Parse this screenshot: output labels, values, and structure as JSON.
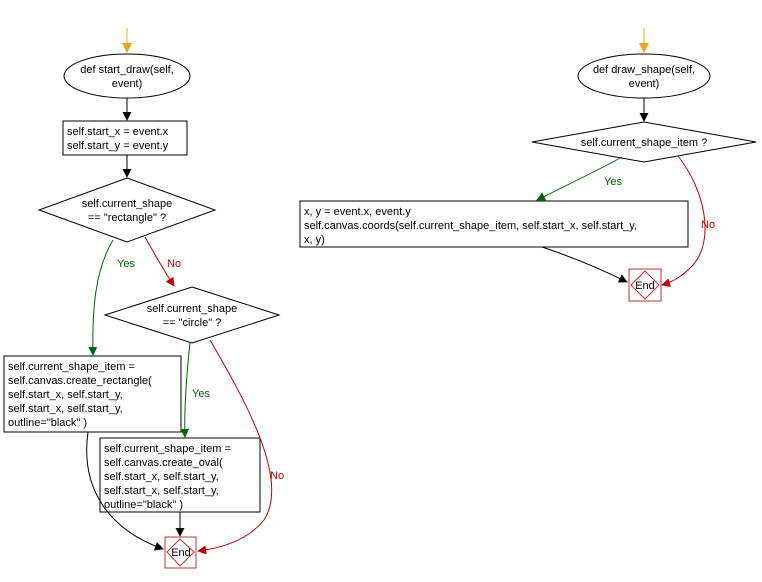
{
  "colors": {
    "start_arrow": "#f0a020",
    "flow": "#000000",
    "yes": "#006600",
    "no": "#c00000",
    "end_border": "#c03030"
  },
  "left": {
    "start": [
      "def start_draw(self,",
      "event)"
    ],
    "assign": [
      "self.start_x = event.x",
      "self.start_y = event.y"
    ],
    "decision1": [
      "self.current_shape",
      "== \"rectangle\" ?"
    ],
    "decision2": [
      "self.current_shape",
      "== \"circle\" ?"
    ],
    "rect_box": [
      "self.current_shape_item =",
      "self.canvas.create_rectangle(",
      "self.start_x, self.start_y,",
      "self.start_x, self.start_y,",
      "outline=\"black\" )"
    ],
    "oval_box": [
      "self.current_shape_item =",
      "self.canvas.create_oval(",
      "self.start_x, self.start_y,",
      "self.start_x, self.start_y,",
      "outline=\"black\" )"
    ],
    "yes1": "Yes",
    "no1": "No",
    "yes2": "Yes",
    "no2": "No",
    "end": "End"
  },
  "right": {
    "start": [
      "def draw_shape(self,",
      "event)"
    ],
    "decision": "self.current_shape_item ?",
    "coords_box": [
      "x, y = event.x, event.y",
      "self.canvas.coords(self.current_shape_item, self.start_x, self.start_y,",
      "x, y)"
    ],
    "yes": "Yes",
    "no": "No",
    "end": "End"
  }
}
